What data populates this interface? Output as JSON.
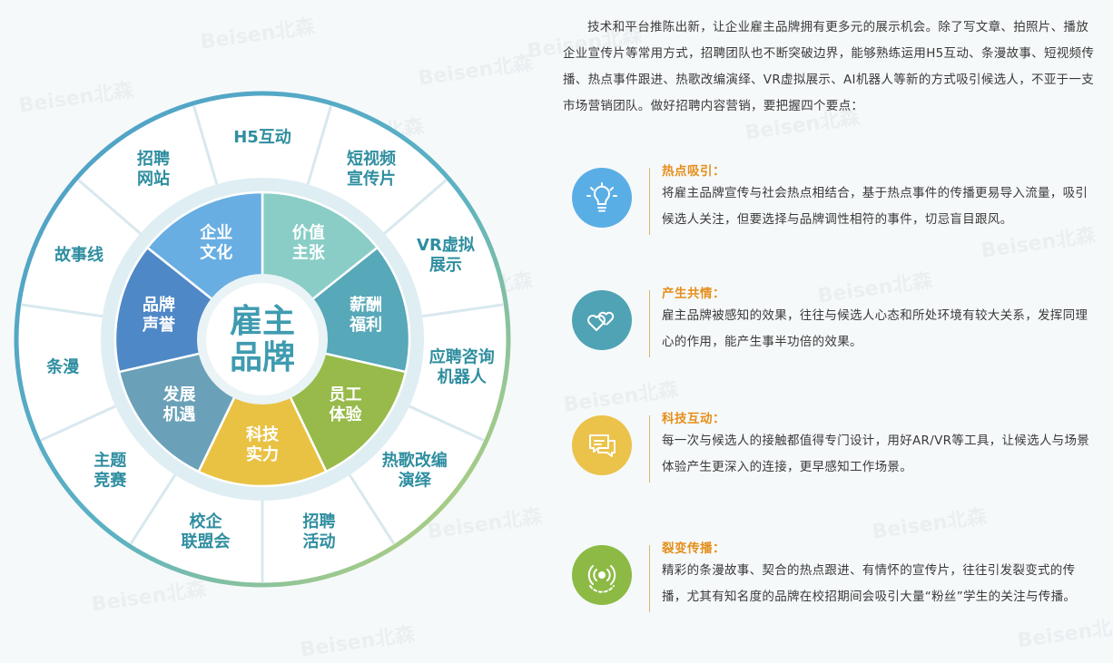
{
  "wheel": {
    "center": [
      "雇主",
      "品牌"
    ],
    "inner": [
      {
        "lines": [
          "价值",
          "主张"
        ],
        "color": "#8acdc6"
      },
      {
        "lines": [
          "薪酬",
          "福利"
        ],
        "color": "#57a8b8"
      },
      {
        "lines": [
          "员工",
          "体验"
        ],
        "color": "#97ba4a"
      },
      {
        "lines": [
          "科技",
          "实力"
        ],
        "color": "#e9c244"
      },
      {
        "lines": [
          "发展",
          "机遇"
        ],
        "color": "#6aa1b8"
      },
      {
        "lines": [
          "品牌",
          "声誉"
        ],
        "color": "#4f88c6"
      },
      {
        "lines": [
          "企业",
          "文化"
        ],
        "color": "#68aee3"
      }
    ],
    "outer": [
      {
        "lines": [
          "H5互动"
        ]
      },
      {
        "lines": [
          "短视频",
          "宣传片"
        ]
      },
      {
        "lines": [
          "VR虚拟",
          "展示"
        ]
      },
      {
        "lines": [
          "应聘咨询",
          "机器人"
        ]
      },
      {
        "lines": [
          "热歌改编",
          "演绎"
        ]
      },
      {
        "lines": [
          "招聘",
          "活动"
        ]
      },
      {
        "lines": [
          "校企",
          "联盟会"
        ]
      },
      {
        "lines": [
          "主题",
          "竞赛"
        ]
      },
      {
        "lines": [
          "条漫"
        ]
      },
      {
        "lines": [
          "故事线"
        ]
      },
      {
        "lines": [
          "招聘",
          "网站"
        ]
      }
    ],
    "outer_text_color": "#2f8ea0"
  },
  "intro": "技术和平台推陈出新，让企业雇主品牌拥有更多元的展示机会。除了写文章、拍照片、播放企业宣传片等常用方式，招聘团队也不断突破边界，能够熟练运用H5互动、条漫故事、短视频传播、热点事件跟进、热歌改编演绎、VR虚拟展示、AI机器人等新的方式吸引候选人，不亚于一支市场营销团队。做好招聘内容营销，要把握四个要点：",
  "points": [
    {
      "title": "热点吸引：",
      "desc": "将雇主品牌宣传与社会热点相结合，基于热点事件的传播更易导入流量，吸引候选人关注，但要选择与品牌调性相符的事件，切忌盲目跟风。",
      "icon": "lightbulb-icon",
      "color": "#5aaee6"
    },
    {
      "title": "产生共情：",
      "desc": "雇主品牌被感知的效果，往往与候选人心态和所处环境有较大关系，发挥同理心的作用，能产生事半功倍的效果。",
      "icon": "hearts-icon",
      "color": "#4fa3b4"
    },
    {
      "title": "科技互动：",
      "desc": "每一次与候选人的接触都值得专门设计，用好AR/VR等工具，让候选人与场景体验产生更深入的连接，更早感知工作场景。",
      "icon": "chat-bubbles-icon",
      "color": "#ebc24a"
    },
    {
      "title": "裂变传播：",
      "desc": "精彩的条漫故事、契合的热点跟进、有情怀的宣传片，往往引发裂变式的传播，尤其有知名度的品牌在校招期间会吸引大量“粉丝”学生的关注与传播。",
      "icon": "broadcast-icon",
      "color": "#8cba44"
    }
  ],
  "watermark": "Beisen北森"
}
